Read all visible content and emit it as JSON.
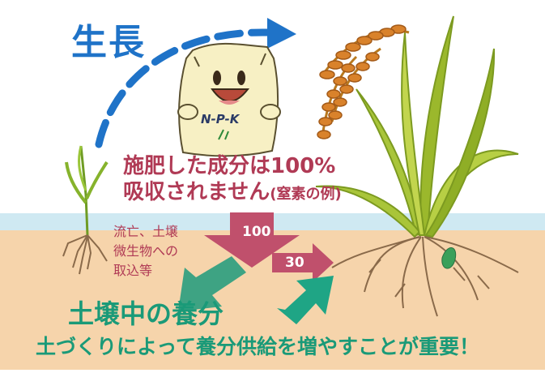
{
  "title": "生長",
  "bag": {
    "label": "N-P-K"
  },
  "applied": {
    "line1": "施肥した成分は100%",
    "line2": "吸収されません",
    "note": "(窒素の例)"
  },
  "loss_label": {
    "line1": "流亡、土壌",
    "line2": "微生物への",
    "line3": "取込等"
  },
  "arrows": {
    "applied_value": "100",
    "absorbed_value": "30"
  },
  "soil_nutrient_title": "土壌中の養分",
  "bottom_message": "土づくりによって養分供給を増やすことが重要！",
  "colors": {
    "sky_band": "#cfe9f2",
    "soil": "#f6d4ab",
    "growth_blue": "#1f73c8",
    "applied_arrow": "#c0506c",
    "soil_arrow": "#1fa585",
    "text_teal": "#1a9a78",
    "text_red": "#b03a55",
    "grain": "#d9822b",
    "leaf": "#9bb82c"
  }
}
